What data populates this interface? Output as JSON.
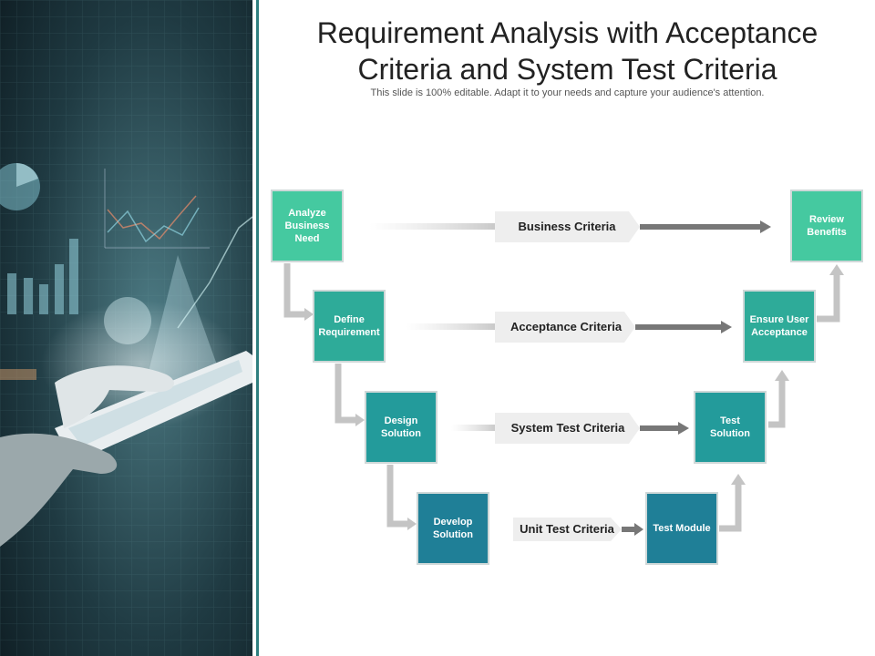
{
  "title_line1": "Requirement Analysis with Acceptance",
  "title_line2": "Criteria and System Test Criteria",
  "subtitle": "This slide is 100% editable. Adapt it to your needs and capture your audience's attention.",
  "left_steps": [
    {
      "label": "Analyze Business Need"
    },
    {
      "label": "Define Requirement"
    },
    {
      "label": "Design Solution"
    },
    {
      "label": "Develop Solution"
    }
  ],
  "right_steps": [
    {
      "label": "Review Benefits"
    },
    {
      "label": "Ensure User Acceptance"
    },
    {
      "label": "Test Solution"
    },
    {
      "label": "Test Module"
    }
  ],
  "criteria": [
    {
      "label": "Business Criteria"
    },
    {
      "label": "Acceptance Criteria"
    },
    {
      "label": "System Test Criteria"
    },
    {
      "label": "Unit Test Criteria"
    }
  ],
  "colors": {
    "row1": "#45c9a0",
    "row2": "#2eab99",
    "row3": "#239b9b",
    "row4": "#1f7f97",
    "connector": "#c4c4c4",
    "arrow": "#777777",
    "divider": "#2f7f7f"
  }
}
